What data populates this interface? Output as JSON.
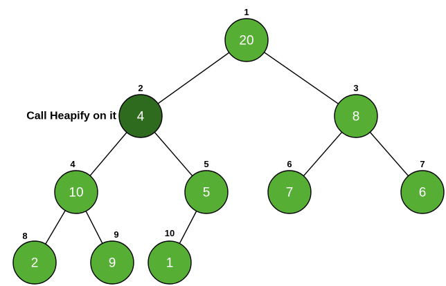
{
  "colors": {
    "node_fill": "#56ae35",
    "highlight_fill": "#2f6b1e",
    "edge": "#000000",
    "node_text": "#ffffff"
  },
  "annotation": {
    "text": "Call Heapify on it",
    "target_index": "2"
  },
  "tree": {
    "nodes": [
      {
        "index": "1",
        "value": "20",
        "highlighted": false
      },
      {
        "index": "2",
        "value": "4",
        "highlighted": true
      },
      {
        "index": "3",
        "value": "8",
        "highlighted": false
      },
      {
        "index": "4",
        "value": "10",
        "highlighted": false
      },
      {
        "index": "5",
        "value": "5",
        "highlighted": false
      },
      {
        "index": "6",
        "value": "7",
        "highlighted": false
      },
      {
        "index": "7",
        "value": "6",
        "highlighted": false
      },
      {
        "index": "8",
        "value": "2",
        "highlighted": false
      },
      {
        "index": "9",
        "value": "9",
        "highlighted": false
      },
      {
        "index": "10",
        "value": "1",
        "highlighted": false
      }
    ],
    "edges": [
      [
        "1",
        "2"
      ],
      [
        "1",
        "3"
      ],
      [
        "2",
        "4"
      ],
      [
        "2",
        "5"
      ],
      [
        "3",
        "6"
      ],
      [
        "3",
        "7"
      ],
      [
        "4",
        "8"
      ],
      [
        "4",
        "9"
      ],
      [
        "5",
        "10"
      ]
    ]
  }
}
